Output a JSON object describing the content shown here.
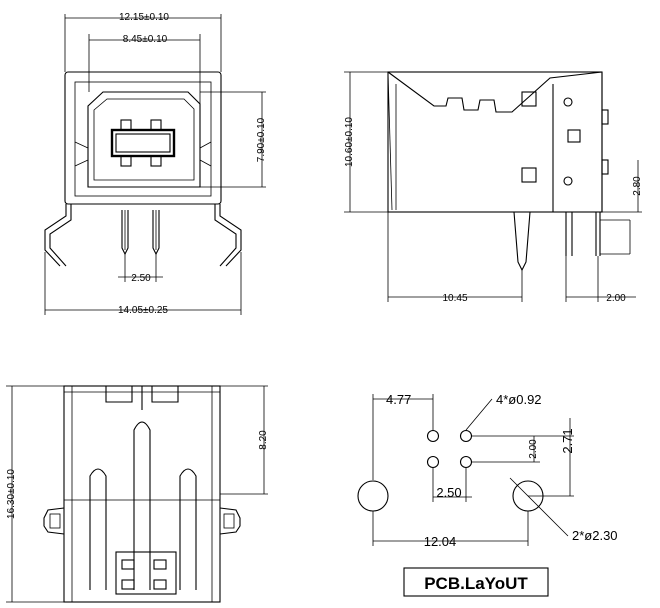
{
  "front_view": {
    "width_outer": "12.15±0.10",
    "width_inner": "8.45±0.10",
    "height_inner": "7.90±0.10",
    "pin_pitch": "2.50",
    "width_overall": "14.05±0.25"
  },
  "side_view": {
    "height": "10.60±0.10",
    "depth": "10.45",
    "pin_offset": "2.00",
    "pin_height": "2.80"
  },
  "bottom_view": {
    "length": "16.30±0.10",
    "half_length": "8.20"
  },
  "pcb_layout": {
    "dim_left": "4.77",
    "pin_holes": "4*ø0.92",
    "dim_row": "2.00",
    "dim_offset": "2.71",
    "dim_pitch": "2.50",
    "dim_width": "12.04",
    "mount_holes": "2*ø2.30",
    "title": "PCB.LaYoUT"
  }
}
